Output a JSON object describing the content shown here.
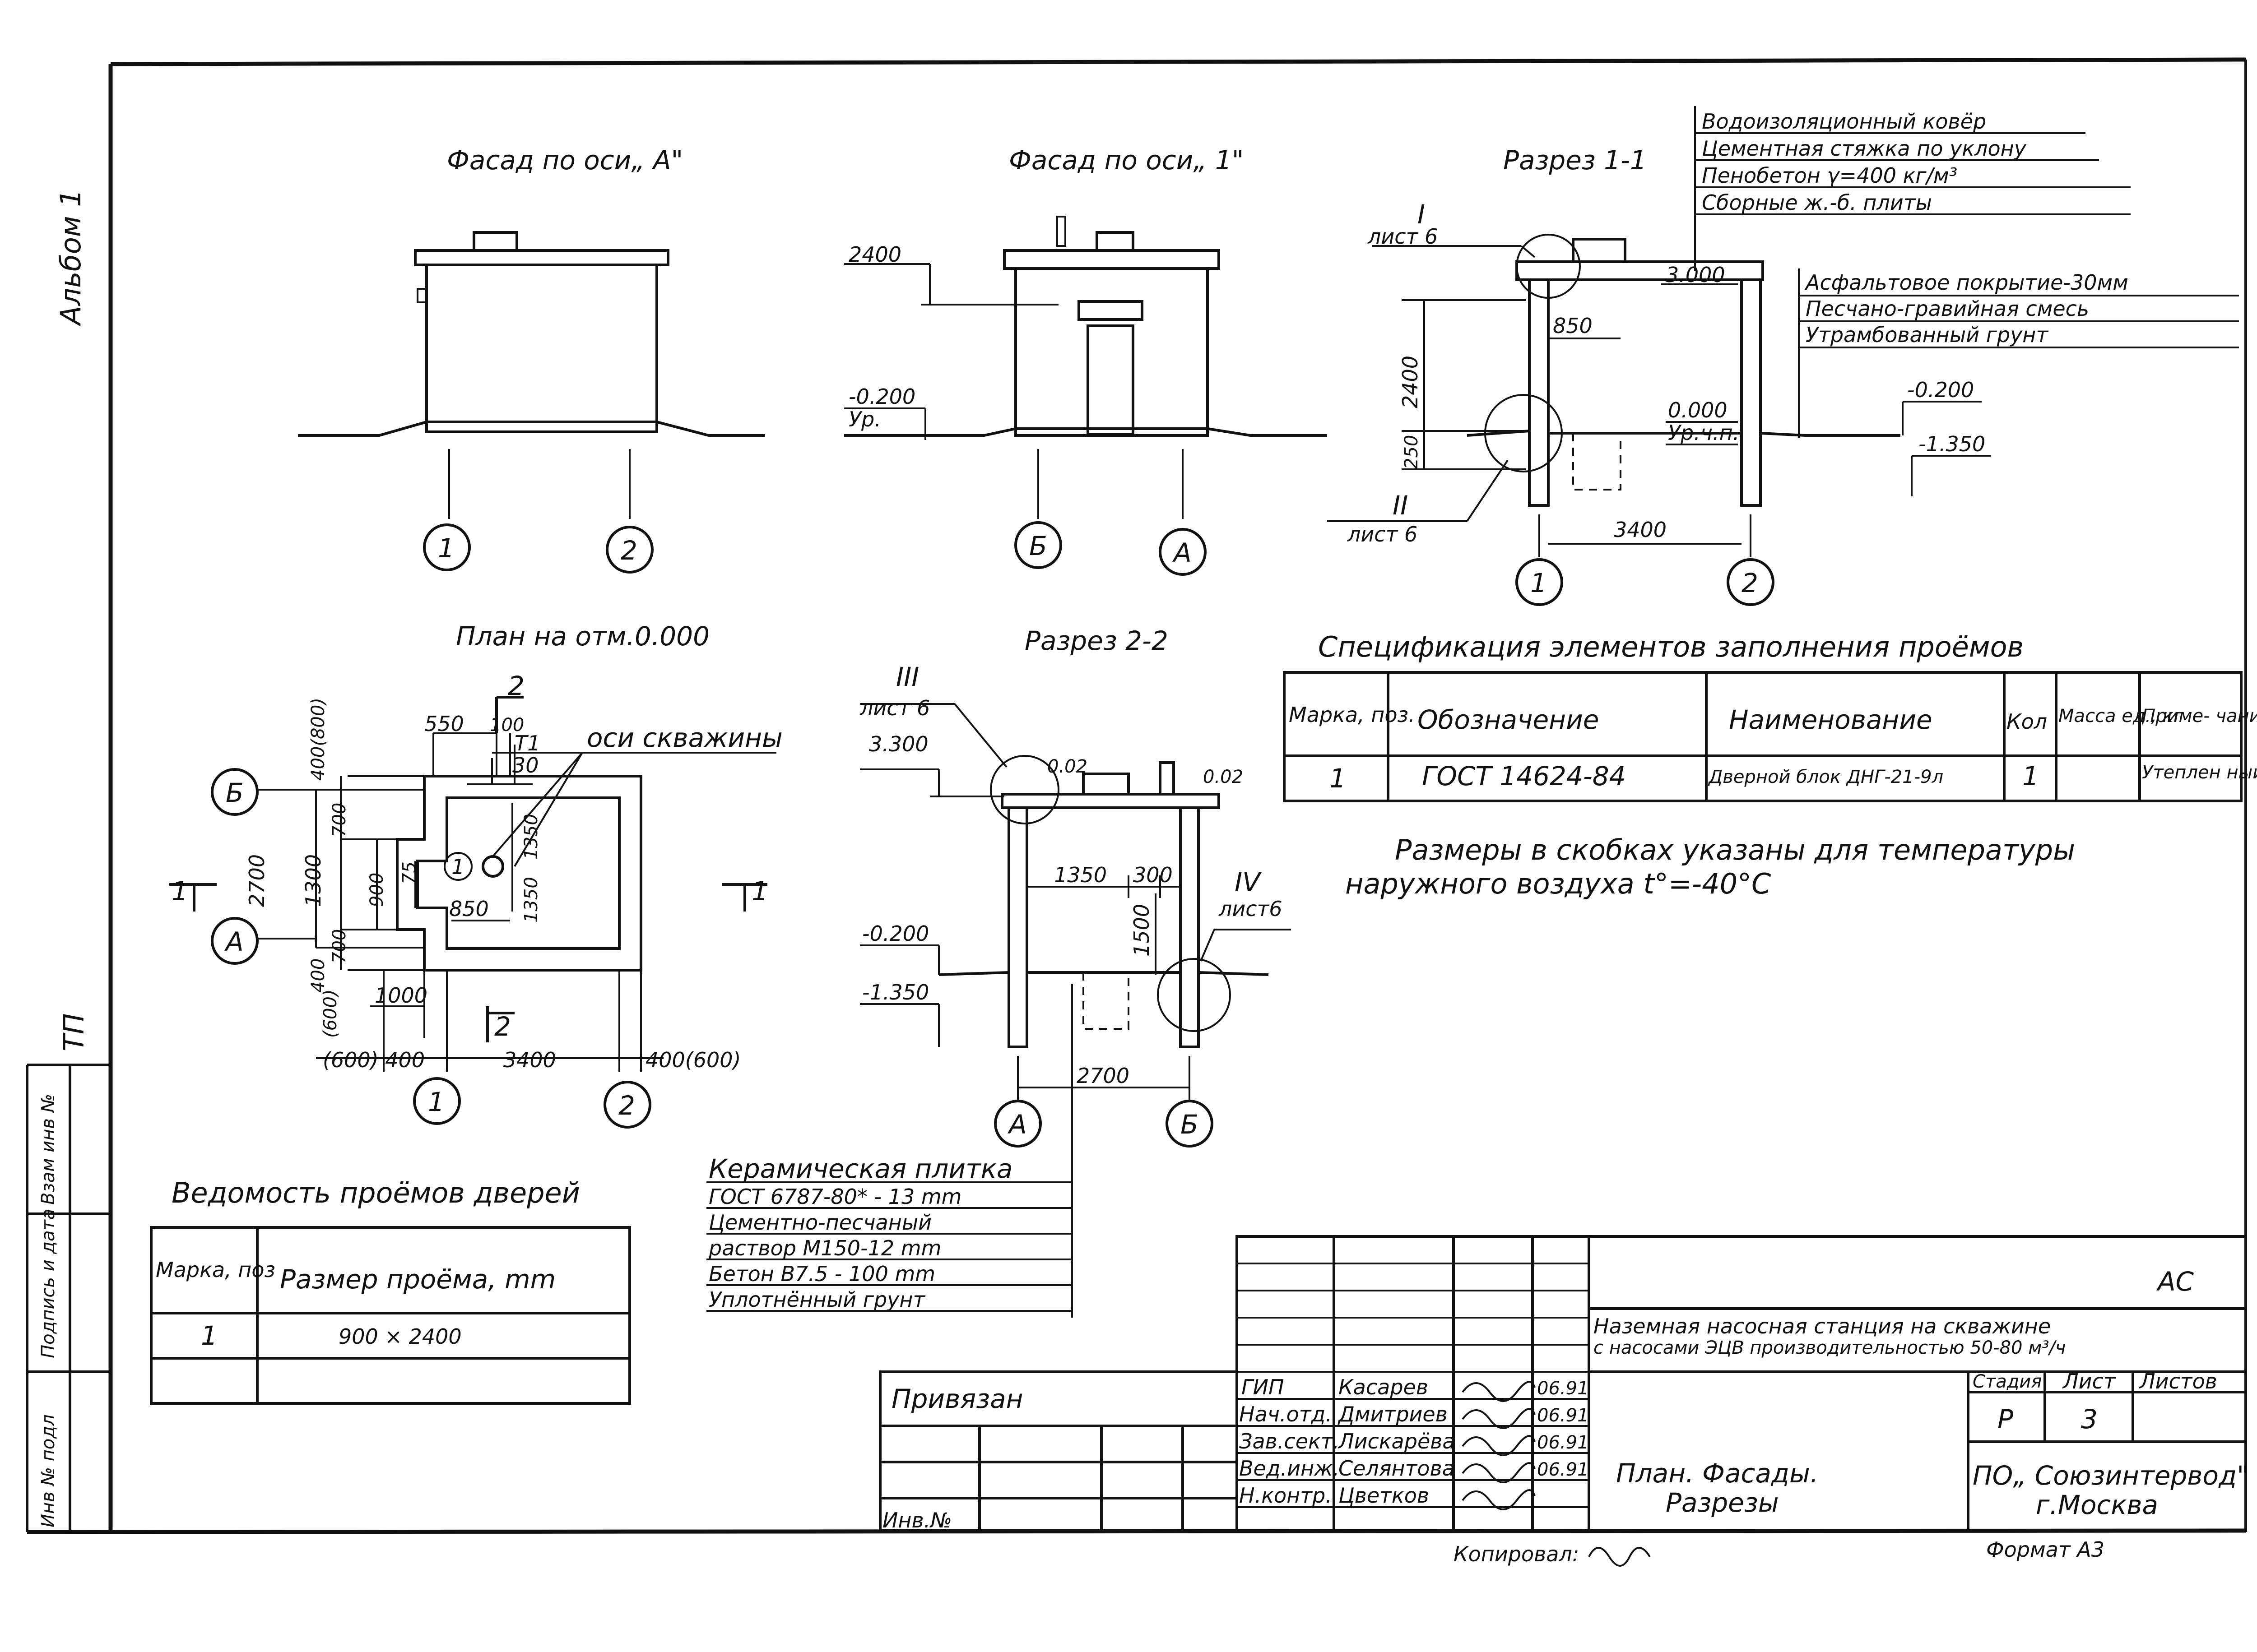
{
  "margin": {
    "album": "Альбом 1",
    "tp": "ТП",
    "inv_vzam": "Взам инв №",
    "podpis_data": "Подпись и дата",
    "inv_podl": "Инв № подл"
  },
  "views": {
    "facade_a": "Фасад по оси„ А\"",
    "facade_1": "Фасад по оси„ 1\"",
    "section_1_1": "Разрез 1-1",
    "plan": "План на отм.0.000",
    "section_2_2": "Разрез 2-2"
  },
  "axes": {
    "a1": "1",
    "a2": "2",
    "aA": "А",
    "aB": "Б"
  },
  "facade_1_dims": {
    "top": "2400",
    "ground": "-0.200",
    "ur": "Ур."
  },
  "section_1_1": {
    "roof_layers": [
      "Водоизоляционный ковёр",
      "Цементная стяжка по уклону",
      "Пенобетон  γ=400 кг/м³",
      "Сборные ж.-б. плиты"
    ],
    "ground_layers": [
      "Асфальтовое покрытие-30мм",
      "Песчано-гравийная смесь",
      "Утрамбованный грунт"
    ],
    "callout_I": "I",
    "callout_I_sheet": "лист 6",
    "callout_II": "II",
    "callout_II_sheet": "лист 6",
    "elev_3000": "3.000",
    "dim_850": "850",
    "dim_2400": "2400",
    "elev_0000": "0.000",
    "ur_ch_p": "Ур.ч.п.",
    "dim_250": "250",
    "dim_3400": "3400",
    "elev_m0200": "-0.200",
    "elev_m1350": "-1.350"
  },
  "plan": {
    "section_mark_top": "2",
    "section_mark_bottom": "2",
    "section_mark_left": "1",
    "section_mark_right": "1",
    "wells_label": "оси скважины",
    "d_550": "550",
    "d_100": "100",
    "d_t1": "Т1",
    "d_30": "30",
    "d_400_600": "400(800)",
    "d_700a": "700",
    "d_1300": "1300",
    "d_700b": "700",
    "d_400b": "400",
    "d_600": "(600)",
    "d_2700": "2700",
    "d_900": "900",
    "d_75": "75",
    "d_1350a": "1350",
    "d_1350b": "1350",
    "d_850": "850",
    "well_1": "1",
    "d_1000": "1000",
    "bottom_left": "(600) 400",
    "bottom_mid": "3400",
    "bottom_right": "400(600)"
  },
  "section_2_2": {
    "callout_III": "III",
    "callout_III_sheet": "лист 6",
    "elev_3300": "3.300",
    "slope_left": "0.02",
    "slope_right": "0.02",
    "d_1350": "1350",
    "d_300": "300",
    "d_1500": "1500",
    "callout_IV": "IV",
    "callout_IV_sheet": "лист6",
    "elev_m0200": "-0.200",
    "elev_m1350": "-1.350",
    "d_2700": "2700"
  },
  "floor_layers": [
    "Керамическая плитка",
    "ГОСТ 6787-80* - 13 mm",
    "Цементно-песчаный",
    "раствор М150-12 mm",
    "Бетон В7.5 - 100 mm",
    "Уплотнённый грунт"
  ],
  "spec": {
    "title": "Спецификация элементов заполнения проёмов",
    "headers": [
      "Марка, поз.",
      "Обозначение",
      "Наименование",
      "Кол",
      "Масса ед., кг",
      "Приме- чание"
    ],
    "rows": [
      [
        "1",
        "ГОСТ 14624-84",
        "Дверной блок ДНГ-21-9л",
        "1",
        "",
        "Утеплен ный"
      ]
    ]
  },
  "note": [
    "Размеры в скобках указаны для температуры",
    "наружного воздуха t°=-40°С"
  ],
  "doors": {
    "title": "Ведомость проёмов дверей",
    "headers": [
      "Марка, поз",
      "Размер проёма, mm"
    ],
    "rows": [
      [
        "1",
        "900 × 2400"
      ]
    ]
  },
  "stamp": {
    "code": "АС",
    "project_1": "Наземная насосная станция на скважине",
    "project_2": "с насосами ЭЦВ производительностью 50-80 м³/ч",
    "privyazan": "Привязан",
    "inv_no": "Инв.№",
    "roles": [
      "ГИП",
      "Нач.отд.",
      "Зав.сект.",
      "Вед.инж.",
      "Н.контр."
    ],
    "names": [
      "Касарев",
      "Дмитриев",
      "Лискарёва",
      "Селянтова",
      "Цветков"
    ],
    "dates": [
      "06.91",
      "06.91",
      "06.91",
      "06.91",
      ""
    ],
    "sheet_title_1": "План. Фасады.",
    "sheet_title_2": "Разрезы",
    "stadia_label": "Стадия",
    "list_label": "Лист",
    "listov_label": "Листов",
    "stadia": "Р",
    "list": "3",
    "org_1": "ПО„ Союзинтервод\"",
    "org_2": "г.Москва"
  },
  "footer": {
    "copied": "Копировал:",
    "format": "Формат А3"
  }
}
